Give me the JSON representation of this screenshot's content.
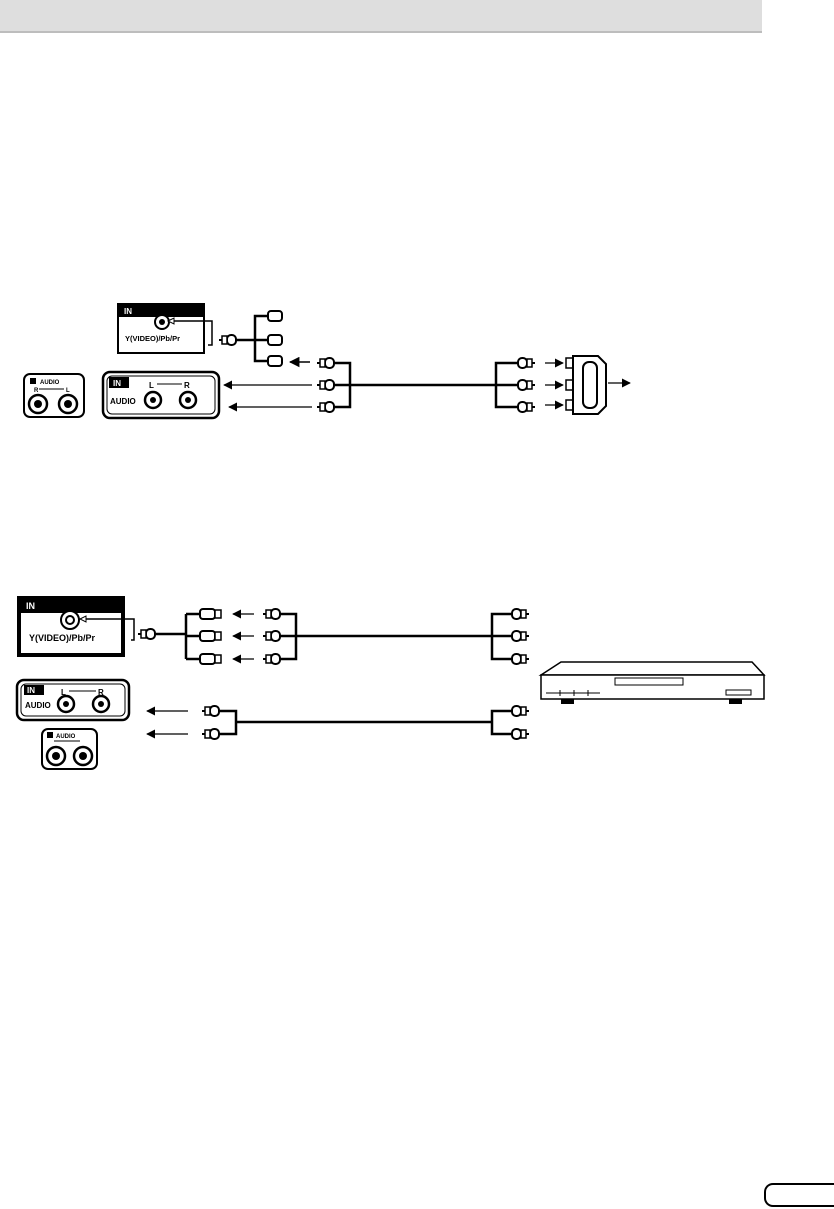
{
  "panels": {
    "jack_in_label": "IN",
    "component_jack_label": "Y(VIDEO)/Pb/Pr",
    "audio_label": "AUDIO",
    "audio_left": "L",
    "audio_right": "R",
    "audio_small_label": "AUDIO",
    "audio_small_r": "R",
    "audio_small_l": "L",
    "small_in_label": "IN"
  },
  "icons": {
    "rca_plug": "rca-plug-icon",
    "scart_adapter": "scart-adapter-icon",
    "dvd_player": "dvd-player-icon",
    "arrow": "arrow-left-icon"
  },
  "colors": {
    "ink": "#000000",
    "header": "#dedede",
    "header_rule": "#bdbdbd"
  }
}
